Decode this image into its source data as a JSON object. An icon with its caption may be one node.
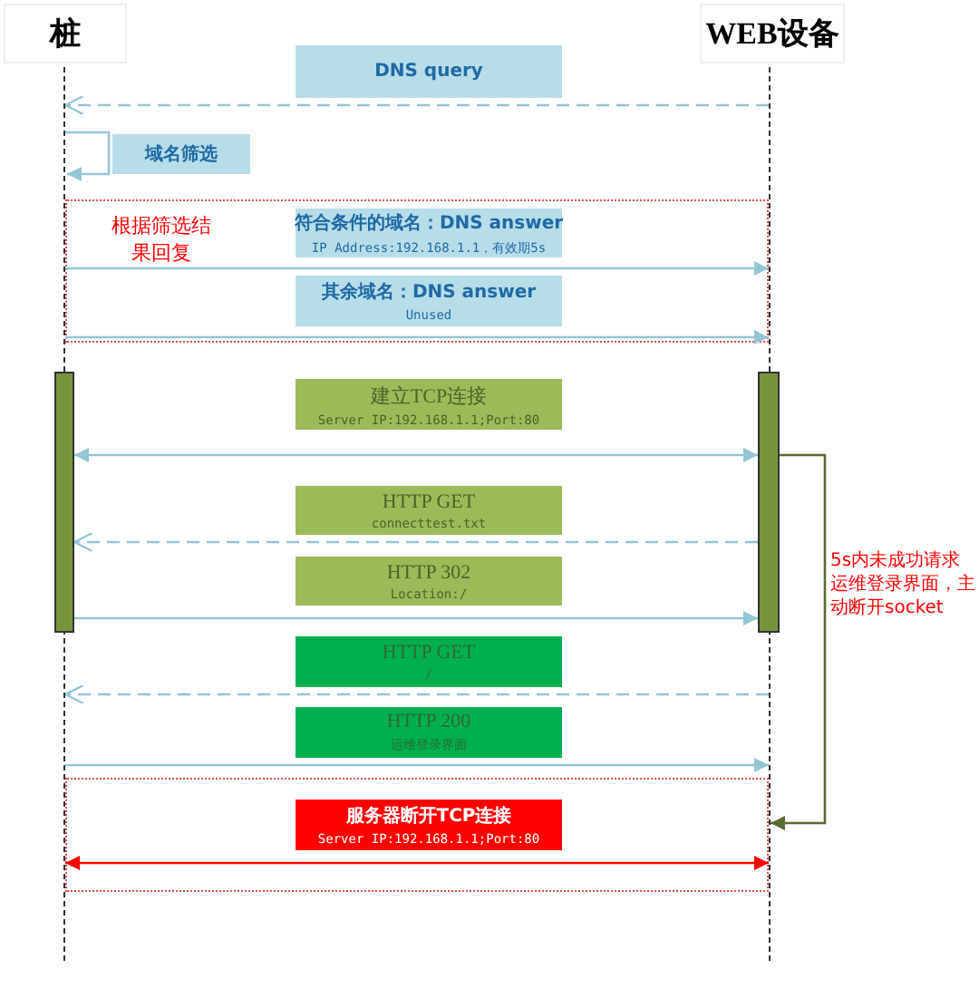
{
  "diagram": {
    "nodes": [
      {
        "text": [
          "桩"
        ]
      },
      {
        "text": [
          "WEB设备"
        ]
      },
      {
        "text": [],
        "shape": "line"
      },
      {
        "text": [],
        "shape": "line"
      },
      {
        "text": [],
        "shape": "bar"
      },
      {
        "text": [],
        "shape": "bar"
      },
      {
        "text": [
          "DNS query"
        ]
      },
      {
        "text": [
          "域名筛选"
        ]
      },
      {
        "text": [
          "根据筛选结果回复"
        ]
      },
      {
        "text": [
          "符合条件的域名：DNS answer",
          "IP Address:192.168.1.1，有效期5s"
        ],
        "in": 8
      },
      {
        "text": [
          "其余域名：DNS answer",
          "Unused"
        ],
        "in": 8
      },
      {
        "text": [
          "建立TCP连接",
          "Server IP:192.168.1.1;Port:80"
        ]
      },
      {
        "text": [
          "HTTP GET",
          "connecttest.txt"
        ]
      },
      {
        "text": [
          "HTTP 302",
          "Location:/"
        ]
      },
      {
        "text": [
          "HTTP GET",
          "/"
        ]
      },
      {
        "text": [
          "HTTP 200",
          "运维登录界面"
        ]
      },
      {
        "text": [],
        "shape": "box"
      },
      {
        "text": [
          "服务器断开TCP连接",
          "Server IP:192.168.1.1;Port:80"
        ],
        "in": 16
      }
    ],
    "edges": [
      {
        "from": 3,
        "to": 2,
        "arrow": "to",
        "style": "dashed"
      },
      {
        "from": 2,
        "to": 2,
        "arrow": "to"
      },
      {
        "from": 2,
        "to": 3,
        "arrow": "to"
      },
      {
        "from": 2,
        "to": 3,
        "arrow": "to"
      },
      {
        "from": 4,
        "to": 5,
        "arrow": "both"
      },
      {
        "from": 5,
        "to": 4,
        "arrow": "to",
        "style": "dashed"
      },
      {
        "from": 4,
        "to": 5,
        "arrow": "to"
      },
      {
        "from": 3,
        "to": 2,
        "arrow": "to",
        "style": "dashed"
      },
      {
        "from": 2,
        "to": 3,
        "arrow": "to"
      },
      {
        "from": 5,
        "to": 3,
        "arrow": "to",
        "label": "5s内未成功请求运维登录界面，主动断开socket",
        "color": "#5a6b2f"
      },
      {
        "from": 2,
        "to": 3,
        "arrow": "both",
        "color": "#ff0000"
      }
    ]
  }
}
